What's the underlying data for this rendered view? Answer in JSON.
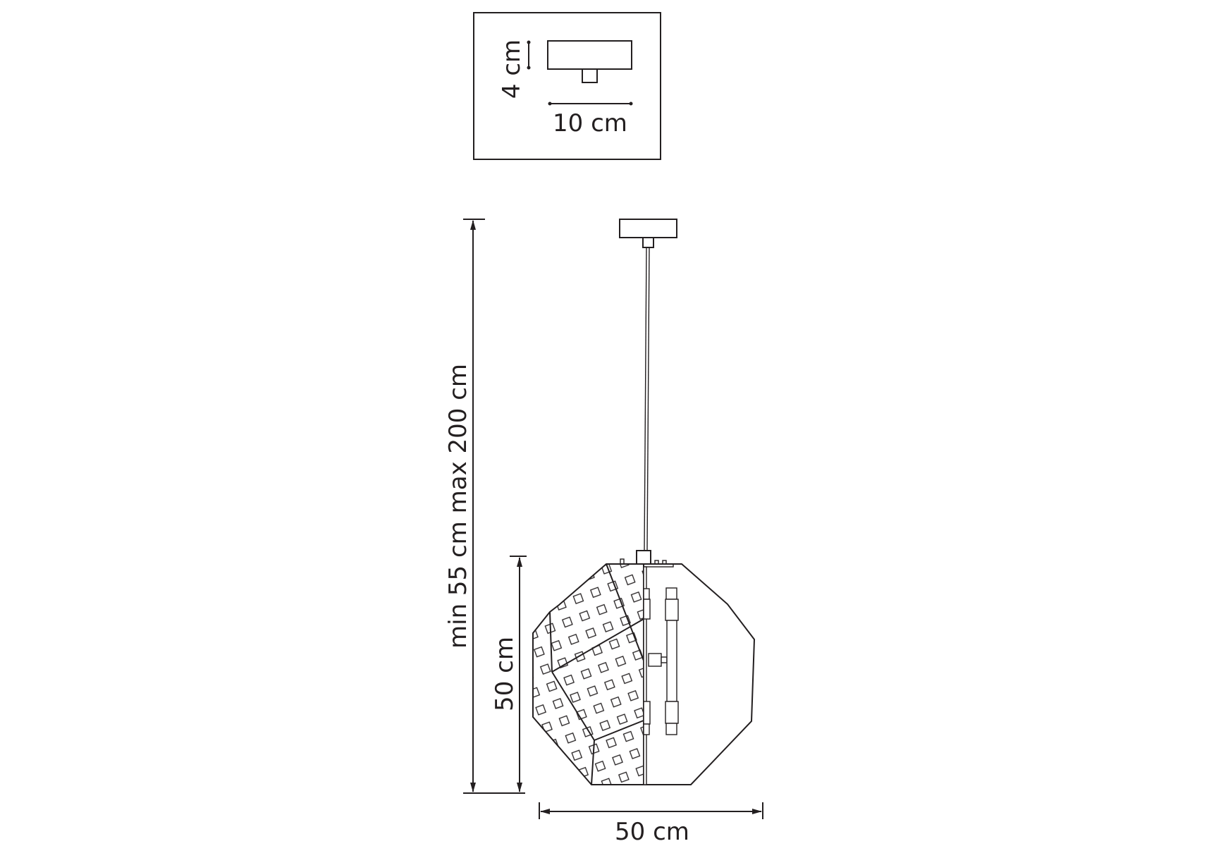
{
  "diagram": {
    "canopy_inset": {
      "height_label": "4 cm",
      "width_label": "10 cm"
    },
    "dimensions": {
      "total_height_label": "min 55 cm max 200 cm",
      "shade_height_label": "50 cm",
      "shade_width_label": "50 cm"
    },
    "colors": {
      "line": "#231f20",
      "background": "#ffffff"
    }
  }
}
